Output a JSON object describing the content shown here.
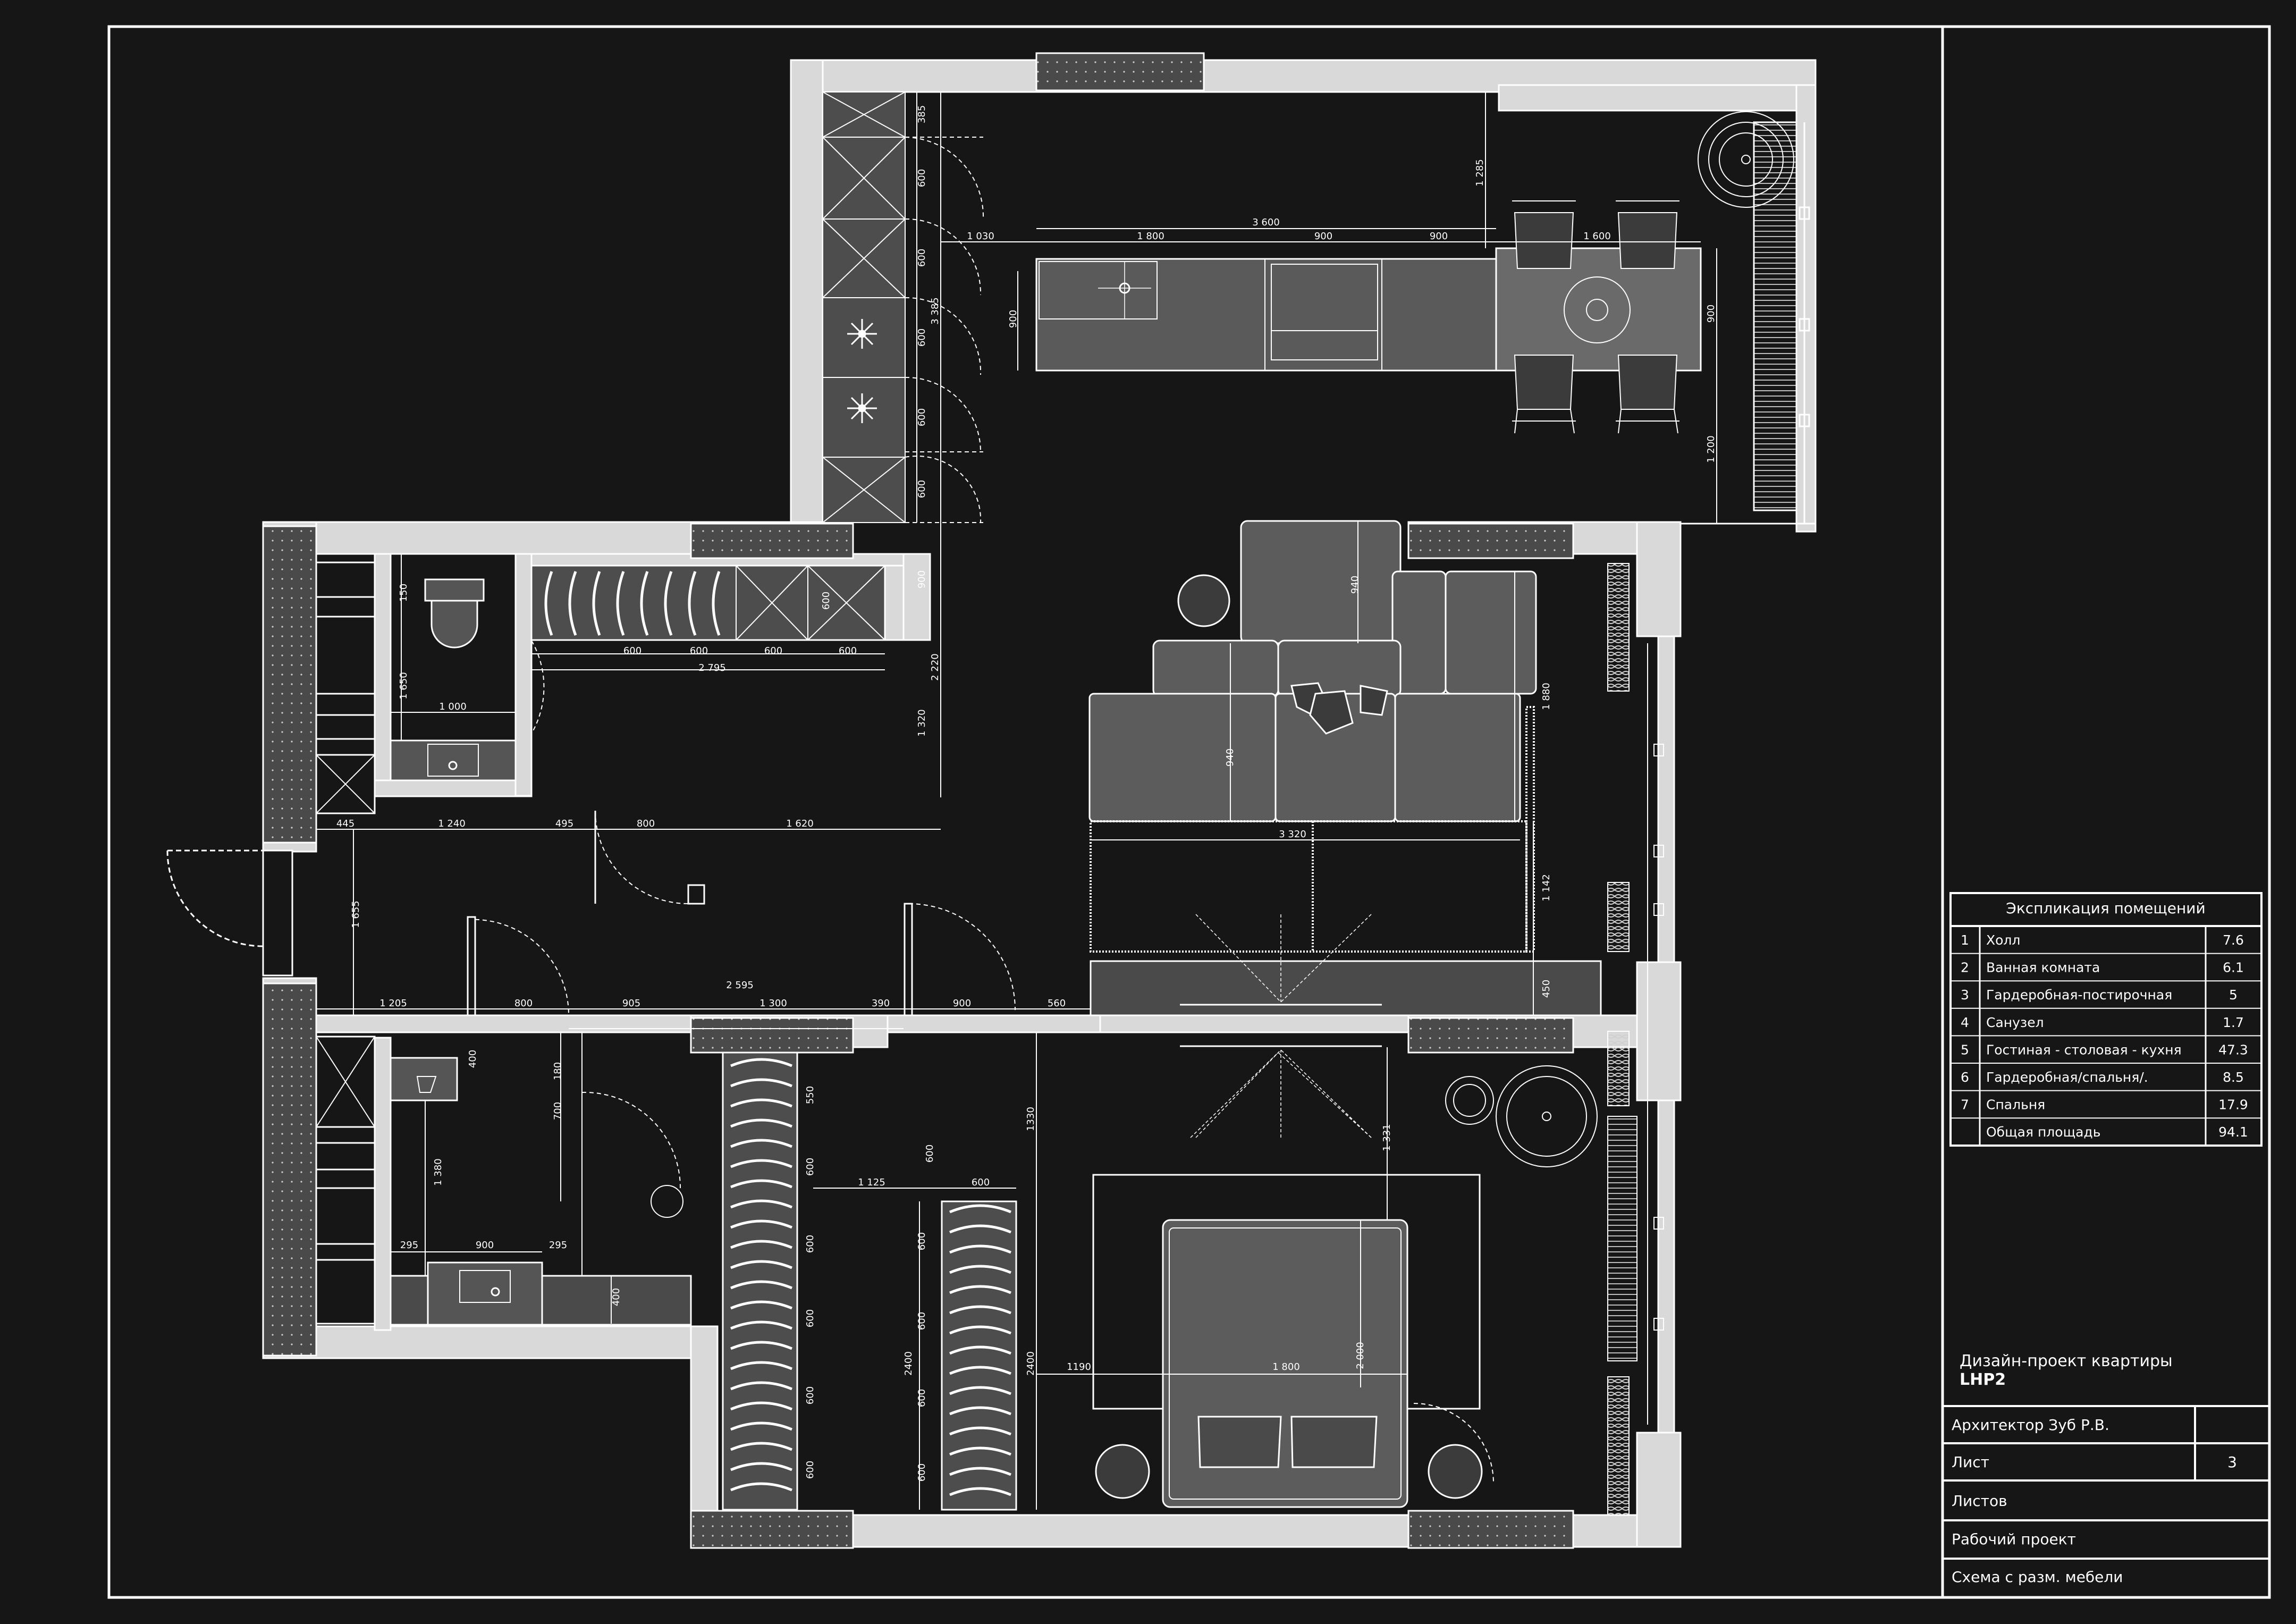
{
  "explication": {
    "title": "Экспликация помещений",
    "rows": [
      {
        "no": "1",
        "name": "Холл",
        "area": "7.6"
      },
      {
        "no": "2",
        "name": "Ванная комната",
        "area": "6.1"
      },
      {
        "no": "3",
        "name": "Гардеробная-постирочная",
        "area": "5"
      },
      {
        "no": "4",
        "name": "Санузел",
        "area": "1.7"
      },
      {
        "no": "5",
        "name": "Гостиная - столовая - кухня",
        "area": "47.3"
      },
      {
        "no": "6",
        "name": "Гардеробная/спальня/.",
        "area": "8.5"
      },
      {
        "no": "7",
        "name": "Спальня",
        "area": "17.9"
      },
      {
        "no": "",
        "name": "Общая площадь",
        "area": "94.1"
      }
    ]
  },
  "project": {
    "title": "Дизайн-проект квартиры",
    "code": "LHP2"
  },
  "title_block": {
    "architect": "Архитектор Зуб Р.В.",
    "sheet_label": "Лист",
    "sheet_value": "3",
    "sheets_label": "Листов",
    "sheets_value": "",
    "stage": "Рабочий проект",
    "drawing_name": "Схема с разм. мебели"
  },
  "dimensions": {
    "kitchen": [
      "3 600",
      "1 800",
      "900",
      "900",
      "1 030",
      "1 600",
      "900",
      "900",
      "385",
      "600",
      "600",
      "600",
      "600",
      "600",
      "3 385",
      "1 285",
      "1 200",
      "900",
      "2 220",
      "1 320"
    ],
    "wardrobe_top": [
      "600",
      "600",
      "600",
      "600",
      "2 795",
      "600"
    ],
    "wc": [
      "150",
      "1 650",
      "1 000"
    ],
    "hall": [
      "445",
      "1 240",
      "495",
      "800",
      "1 620",
      "1 655"
    ],
    "corridor": [
      "1 205",
      "800",
      "905",
      "2 595",
      "1 300",
      "390",
      "900",
      "560"
    ],
    "living": [
      "940",
      "940",
      "1 880",
      "3 320",
      "1 142",
      "450"
    ],
    "bath": [
      "400",
      "180",
      "700",
      "1 380",
      "295",
      "900",
      "295",
      "400"
    ],
    "dressing": [
      "550",
      "600",
      "600",
      "600",
      "600",
      "600",
      "600",
      "1 125",
      "600",
      "600",
      "600",
      "600",
      "600",
      "2400",
      "2400",
      "1330"
    ],
    "bedroom": [
      "1 331",
      "1190",
      "1 800",
      "2 000"
    ]
  }
}
